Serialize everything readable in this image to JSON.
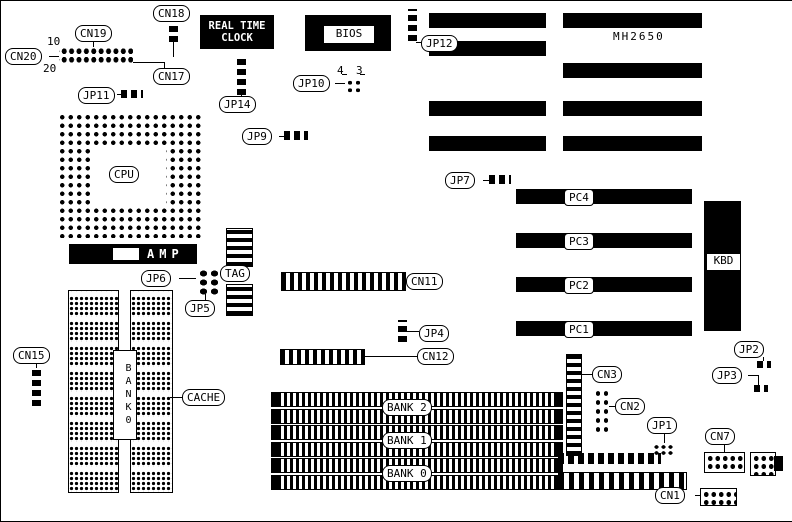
{
  "board": {
    "model": "MH2650"
  },
  "labels": {
    "cn1": "CN1",
    "cn2": "CN2",
    "cn3": "CN3",
    "cn7": "CN7",
    "cn11": "CN11",
    "cn12": "CN12",
    "cn15": "CN15",
    "cn17": "CN17",
    "cn18": "CN18",
    "cn19": "CN19",
    "cn20": "CN20",
    "jp1": "JP1",
    "jp2": "JP2",
    "jp3": "JP3",
    "jp4": "JP4",
    "jp5": "JP5",
    "jp6": "JP6",
    "jp7": "JP7",
    "jp9": "JP9",
    "jp10": "JP10",
    "jp11": "JP11",
    "jp12": "JP12",
    "jp14": "JP14",
    "cpu": "CPU",
    "amp": "AMP",
    "tag": "TAG",
    "cache": "CACHE",
    "kbd": "KBD",
    "bios": "BIOS",
    "rtc_line1": "REAL TIME",
    "rtc_line2": "CLOCK",
    "bank0_vertical": "BANK0",
    "bank0": "BANK 0",
    "bank1": "BANK 1",
    "bank2": "BANK 2",
    "pc1": "PC1",
    "pc2": "PC2",
    "pc3": "PC3",
    "pc4": "PC4",
    "pin10": "10",
    "pin20": "20",
    "pin4": "4",
    "pin3": "3"
  }
}
